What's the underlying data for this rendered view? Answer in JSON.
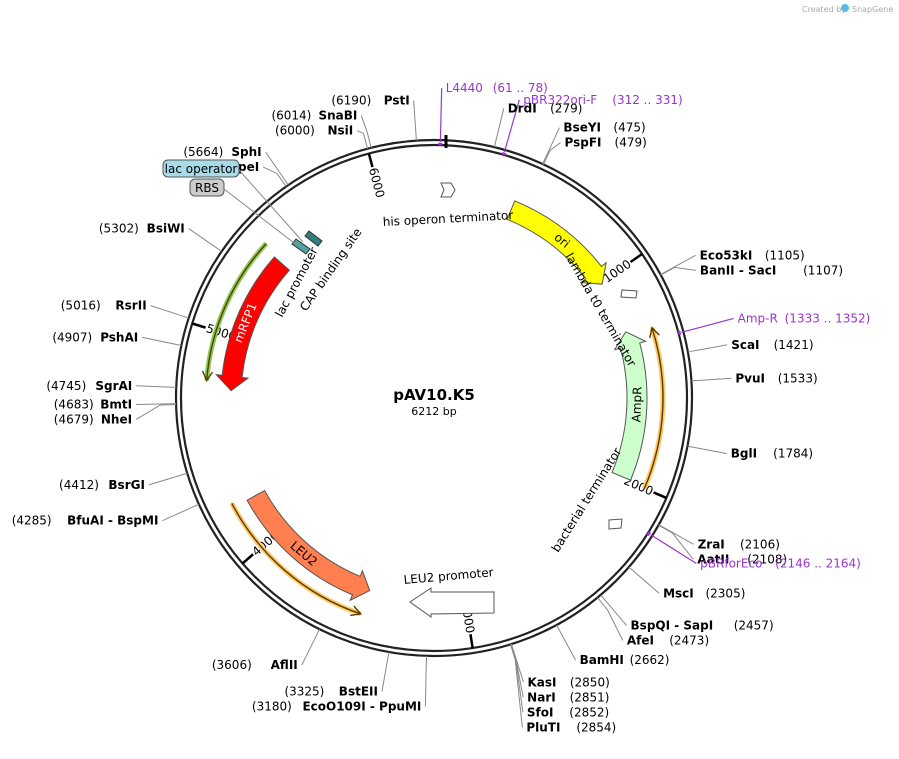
{
  "branding": {
    "created_by": "Created by",
    "app": "SnapGene"
  },
  "plasmid": {
    "name": "pAV10.K5",
    "size_label": "6212 bp",
    "length": 6212
  },
  "ticks": [
    {
      "pos": 1000,
      "label": "1000"
    },
    {
      "pos": 2000,
      "label": "2000"
    },
    {
      "pos": 3000,
      "label": "3000"
    },
    {
      "pos": 4000,
      "label": "4000"
    },
    {
      "pos": 5000,
      "label": "5000"
    },
    {
      "pos": 6000,
      "label": "6000"
    }
  ],
  "sites": [
    {
      "name": "PstI",
      "num": "(6190)",
      "pos": 6190,
      "side": "left"
    },
    {
      "name": "SnaBI",
      "num": "(6014)",
      "pos": 6014,
      "side": "left"
    },
    {
      "name": "NsiI",
      "num": "(6000)",
      "pos": 6000,
      "side": "left"
    },
    {
      "name": "SphI",
      "num": "(5664)",
      "pos": 5664,
      "side": "left"
    },
    {
      "name": "SpeI",
      "num": "(5654)",
      "pos": 5654,
      "side": "left"
    },
    {
      "name": "BsiWI",
      "num": "(5302)",
      "pos": 5302,
      "side": "left"
    },
    {
      "name": "RsrII",
      "num": "(5016)",
      "pos": 5016,
      "side": "left"
    },
    {
      "name": "PshAI",
      "num": "(4907)",
      "pos": 4907,
      "side": "left"
    },
    {
      "name": "SgrAI",
      "num": "(4745)",
      "pos": 4745,
      "side": "left"
    },
    {
      "name": "BmtI",
      "num": "(4683)",
      "pos": 4683,
      "side": "left"
    },
    {
      "name": "NheI",
      "num": "(4679)",
      "pos": 4679,
      "side": "left"
    },
    {
      "name": "BsrGI",
      "num": "(4412)",
      "pos": 4412,
      "side": "left"
    },
    {
      "name": "BfuAI - BspMI",
      "num": "(4285)",
      "pos": 4285,
      "side": "left"
    },
    {
      "name": "AflII",
      "num": "(3606)",
      "pos": 3606,
      "side": "left"
    },
    {
      "name": "BstEII",
      "num": "(3325)",
      "pos": 3325,
      "side": "left"
    },
    {
      "name": "EcoO109I - PpuMI",
      "num": "(3180)",
      "pos": 3180,
      "side": "left"
    },
    {
      "name": "DrdI",
      "num": "(279)",
      "pos": 279,
      "side": "right"
    },
    {
      "name": "BseYI",
      "num": "(475)",
      "pos": 475,
      "side": "right"
    },
    {
      "name": "PspFI",
      "num": "(479)",
      "pos": 479,
      "side": "right"
    },
    {
      "name": "Eco53kI",
      "num": "(1105)",
      "pos": 1105,
      "side": "right"
    },
    {
      "name": "BanII - SacI",
      "num": "(1107)",
      "pos": 1107,
      "side": "right"
    },
    {
      "name": "ScaI",
      "num": "(1421)",
      "pos": 1421,
      "side": "right"
    },
    {
      "name": "PvuI",
      "num": "(1533)",
      "pos": 1533,
      "side": "right"
    },
    {
      "name": "BglI",
      "num": "(1784)",
      "pos": 1784,
      "side": "right"
    },
    {
      "name": "ZraI",
      "num": "(2106)",
      "pos": 2106,
      "side": "right"
    },
    {
      "name": "AatII",
      "num": "(2108)",
      "pos": 2108,
      "side": "right"
    },
    {
      "name": "MscI",
      "num": "(2305)",
      "pos": 2305,
      "side": "right"
    },
    {
      "name": "BspQI - SapI",
      "num": "(2457)",
      "pos": 2457,
      "side": "right"
    },
    {
      "name": "AfeI",
      "num": "(2473)",
      "pos": 2473,
      "side": "right"
    },
    {
      "name": "BamHI",
      "num": "(2662)",
      "pos": 2662,
      "side": "right"
    },
    {
      "name": "KasI",
      "num": "(2850)",
      "pos": 2850,
      "side": "right"
    },
    {
      "name": "NarI",
      "num": "(2851)",
      "pos": 2851,
      "side": "right"
    },
    {
      "name": "SfoI",
      "num": "(2852)",
      "pos": 2852,
      "side": "right"
    },
    {
      "name": "PluTI",
      "num": "(2854)",
      "pos": 2854,
      "side": "right"
    }
  ],
  "primers": [
    {
      "name": "L4440",
      "range": "(61 .. 78)",
      "pos": 70
    },
    {
      "name": "pBR322ori-F",
      "range": "(312 .. 331)",
      "pos": 321
    },
    {
      "name": "Amp-R",
      "range": "(1333 .. 1352)",
      "pos": 1342
    },
    {
      "name": "pBRforEco",
      "range": "(2146 .. 2164)",
      "pos": 2155
    }
  ],
  "features": [
    {
      "name": "ori",
      "start": 430,
      "end": 1010,
      "dir": 1,
      "color": "#ffff00"
    },
    {
      "name": "AmpR",
      "start": 1270,
      "end": 1990,
      "dir": -1,
      "color": "#ccffcc"
    },
    {
      "name": "LEU2",
      "start": 3470,
      "end": 4210,
      "dir": -1,
      "color": "#ff7f50"
    },
    {
      "name": "mRFP1",
      "start": 4740,
      "end": 5420,
      "dir": -1,
      "color": "#ff0000"
    }
  ],
  "feature_labels": {
    "his_operon_terminator": "his operon terminator",
    "lambda_t0_terminator": "lambda t0 terminator",
    "bacterial_terminator": "bacterial terminator",
    "leu2_promoter": "LEU2 promoter",
    "lac_promoter": "lac promoter",
    "cap_binding_site": "CAP binding site",
    "lac_operator": "lac operator",
    "rbs": "RBS"
  },
  "colors": {
    "primer": "#9b34d0",
    "feature_outline": "#555555",
    "translation_band": "#ffc966",
    "mrfp_band": "#88cc55",
    "lac_operator_tag": "#a6dce8",
    "rbs_tag": "#cccccc"
  }
}
